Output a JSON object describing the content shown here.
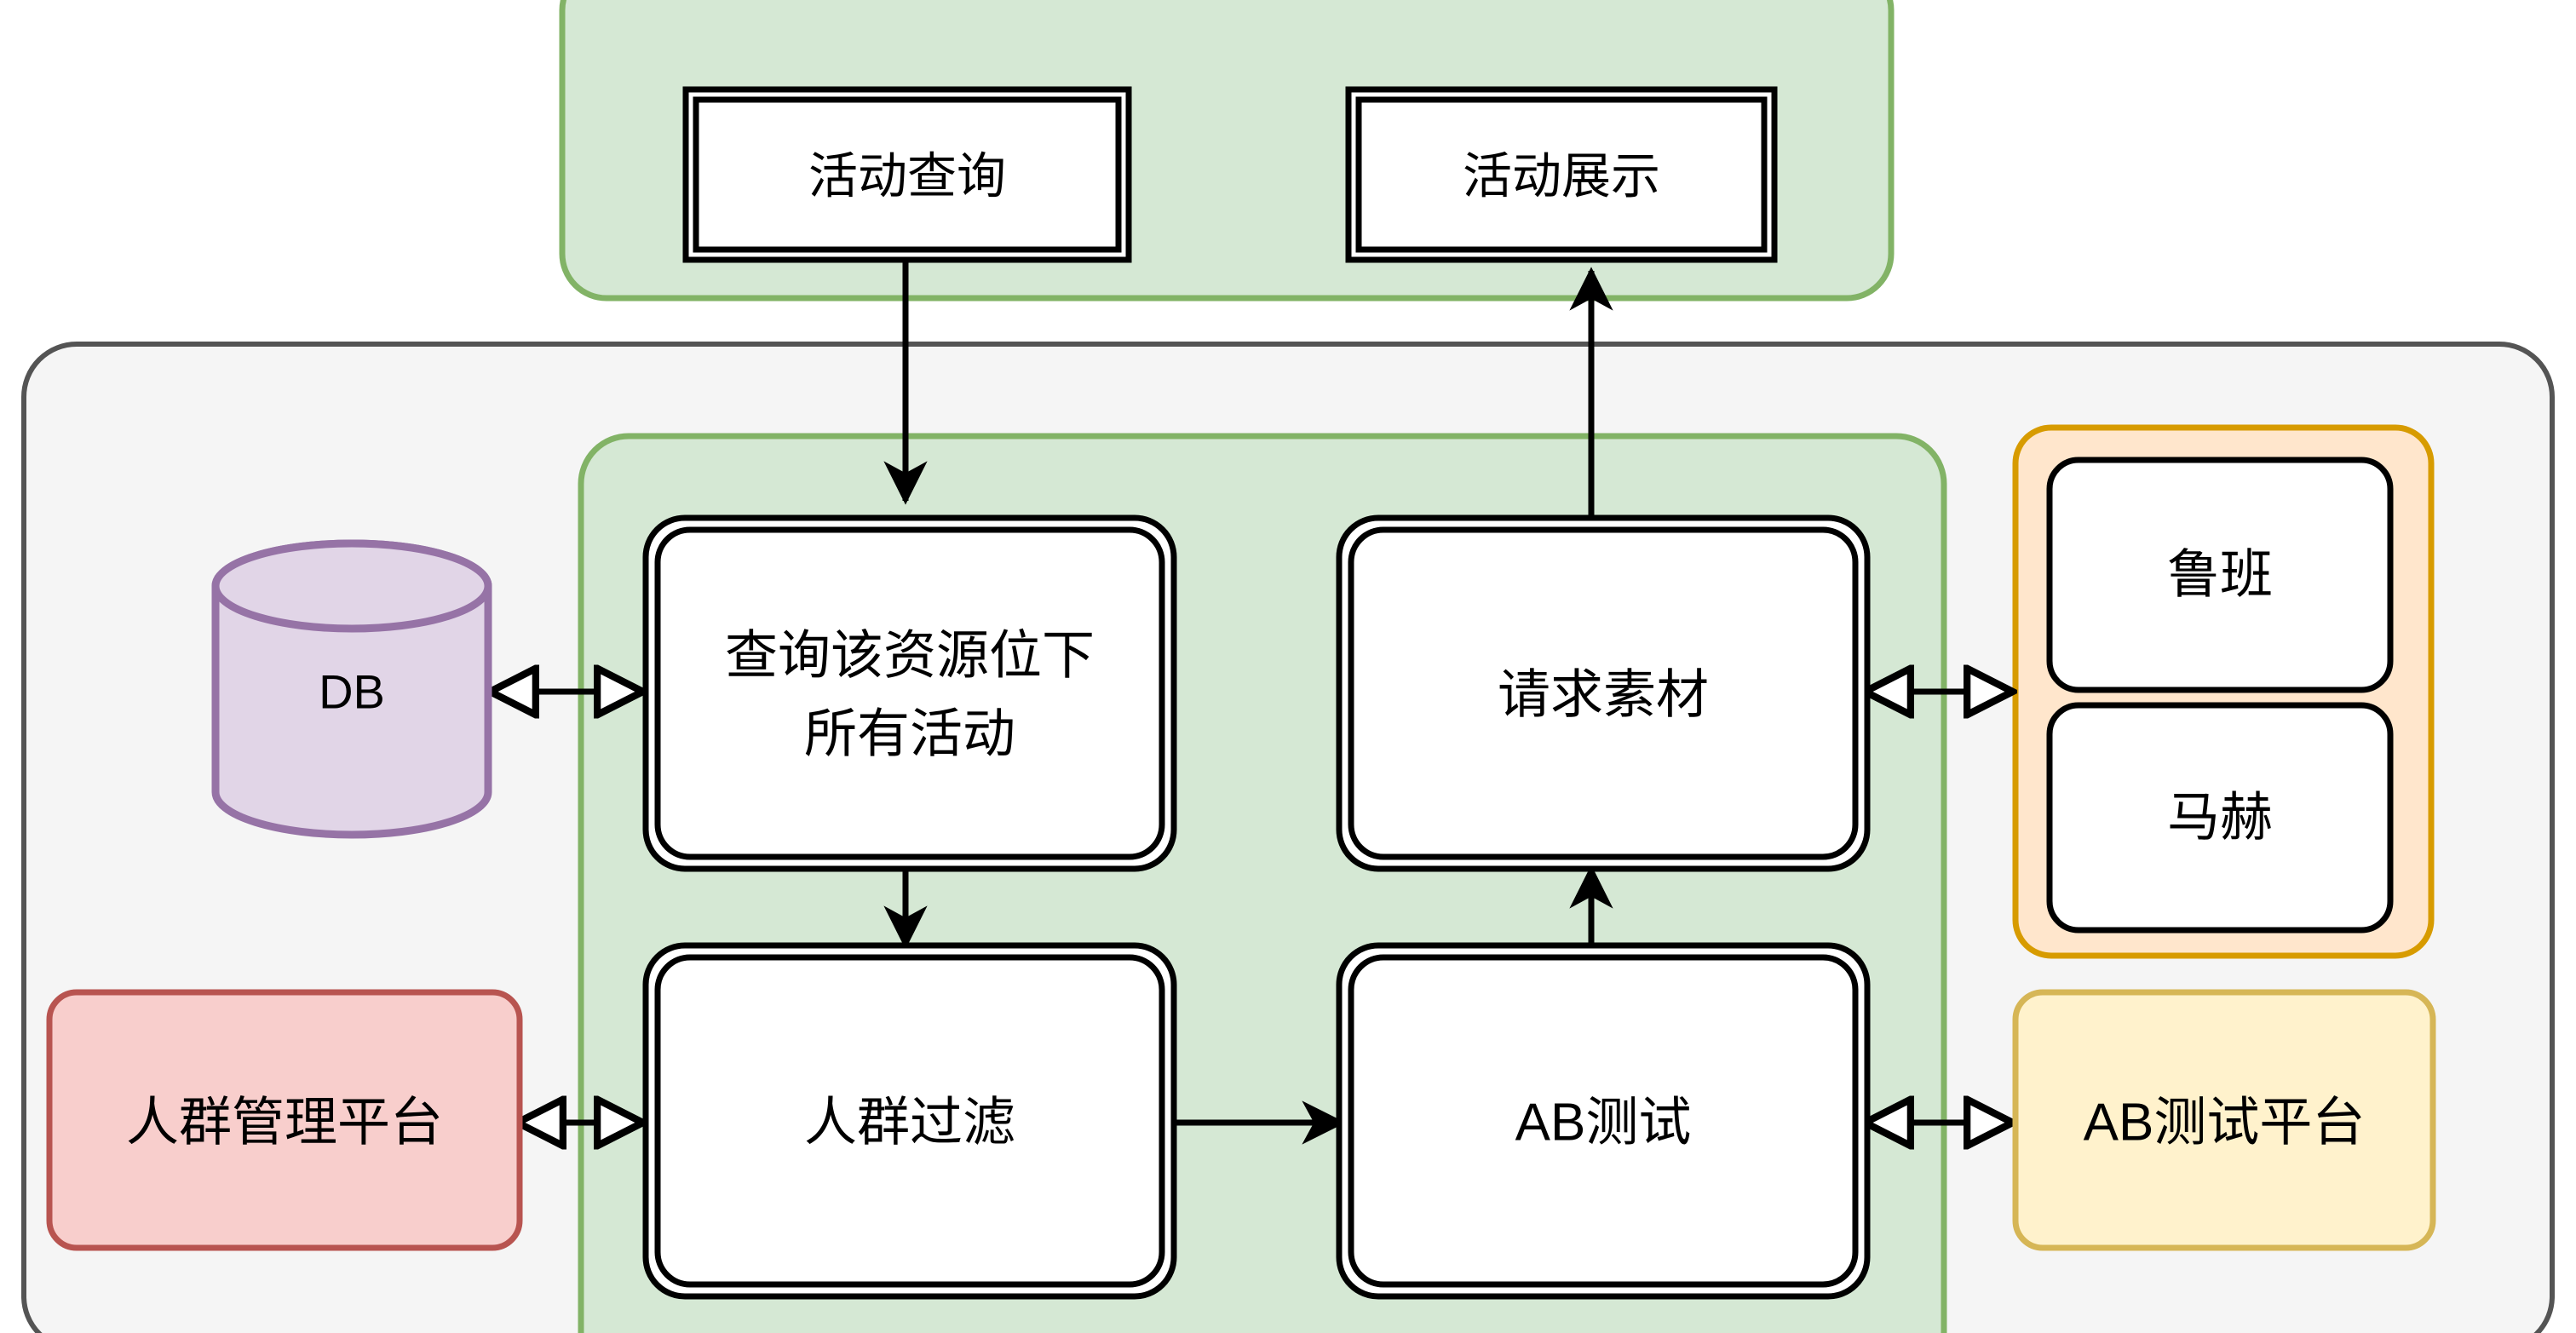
{
  "diagram": {
    "type": "flowchart",
    "containers": [
      {
        "id": "frontend-group",
        "name": "frontend-layer-container",
        "label": "",
        "fill": "#d5e8d4",
        "stroke": "#82b366"
      },
      {
        "id": "system-group",
        "name": "system-boundary-container",
        "label": "",
        "fill": "#f5f5f5",
        "stroke": "#545454"
      },
      {
        "id": "service-group",
        "name": "service-layer-container",
        "label": "",
        "fill": "#d5e8d4",
        "stroke": "#82b366"
      },
      {
        "id": "material-group",
        "name": "material-platform-container",
        "label": "",
        "fill": "#ffe6cc",
        "stroke": "#d79b00"
      }
    ],
    "nodes": [
      {
        "id": "activity-query",
        "name": "activity-query-node",
        "label": "活动查询",
        "shape": "double-rect",
        "fill": "#ffffff",
        "stroke": "#000000"
      },
      {
        "id": "activity-display",
        "name": "activity-display-node",
        "label": "活动展示",
        "shape": "double-rect",
        "fill": "#ffffff",
        "stroke": "#000000"
      },
      {
        "id": "query-all-activities",
        "name": "query-all-activities-node",
        "label": "查询该资源位下所有活动",
        "label_lines": [
          "查询该资源位下",
          "所有活动"
        ],
        "shape": "double-rounded-rect",
        "fill": "#ffffff",
        "stroke": "#000000"
      },
      {
        "id": "request-material",
        "name": "request-material-node",
        "label": "请求素材",
        "label_lines": [
          "请求素材"
        ],
        "shape": "double-rounded-rect",
        "fill": "#ffffff",
        "stroke": "#000000"
      },
      {
        "id": "crowd-filter",
        "name": "crowd-filter-node",
        "label": "人群过滤",
        "label_lines": [
          "人群过滤"
        ],
        "shape": "double-rounded-rect",
        "fill": "#ffffff",
        "stroke": "#000000"
      },
      {
        "id": "ab-test",
        "name": "ab-test-node",
        "label": "AB测试",
        "label_lines": [
          "AB测试"
        ],
        "shape": "double-rounded-rect",
        "fill": "#ffffff",
        "stroke": "#000000"
      },
      {
        "id": "db",
        "name": "database-cylinder-node",
        "label": "DB",
        "shape": "cylinder",
        "fill": "#e1d5e7",
        "stroke": "#9673a6"
      },
      {
        "id": "crowd-platform",
        "name": "crowd-management-platform-node",
        "label": "人群管理平台",
        "shape": "rounded-rect",
        "fill": "#f8cecc",
        "stroke": "#b85450"
      },
      {
        "id": "luban",
        "name": "luban-node",
        "label": "鲁班",
        "shape": "rounded-rect",
        "fill": "#ffffff",
        "stroke": "#000000"
      },
      {
        "id": "mach",
        "name": "mach-node",
        "label": "马赫",
        "shape": "rounded-rect",
        "fill": "#ffffff",
        "stroke": "#000000"
      },
      {
        "id": "ab-test-platform",
        "name": "ab-test-platform-node",
        "label": "AB测试平台",
        "shape": "rounded-rect",
        "fill": "#fff2cc",
        "stroke": "#d6b656"
      }
    ],
    "edges": [
      {
        "id": "e1",
        "name": "edge-activity-query-to-query-all",
        "from": "activity-query",
        "to": "query-all-activities",
        "direction": "down",
        "arrowhead": "filled",
        "label": ""
      },
      {
        "id": "e2",
        "name": "edge-request-material-to-activity-display",
        "from": "request-material",
        "to": "activity-display",
        "direction": "up",
        "arrowhead": "filled",
        "label": ""
      },
      {
        "id": "e3",
        "name": "edge-db-to-query-all",
        "from": "db",
        "to": "query-all-activities",
        "direction": "bidirectional",
        "arrowhead": "open",
        "label": ""
      },
      {
        "id": "e4",
        "name": "edge-query-all-to-crowd-filter",
        "from": "query-all-activities",
        "to": "crowd-filter",
        "direction": "down",
        "arrowhead": "filled",
        "label": ""
      },
      {
        "id": "e5",
        "name": "edge-crowd-platform-to-crowd-filter",
        "from": "crowd-platform",
        "to": "crowd-filter",
        "direction": "bidirectional",
        "arrowhead": "open",
        "label": ""
      },
      {
        "id": "e6",
        "name": "edge-crowd-filter-to-ab-test",
        "from": "crowd-filter",
        "to": "ab-test",
        "direction": "right",
        "arrowhead": "filled",
        "label": ""
      },
      {
        "id": "e7",
        "name": "edge-ab-test-to-request-material",
        "from": "ab-test",
        "to": "request-material",
        "direction": "up",
        "arrowhead": "filled",
        "label": ""
      },
      {
        "id": "e8",
        "name": "edge-ab-test-to-ab-test-platform",
        "from": "ab-test",
        "to": "ab-test-platform",
        "direction": "bidirectional",
        "arrowhead": "open",
        "label": ""
      },
      {
        "id": "e9",
        "name": "edge-request-material-to-material-platform",
        "from": "request-material",
        "to": "material-group",
        "direction": "bidirectional",
        "arrowhead": "open",
        "label": ""
      }
    ]
  }
}
